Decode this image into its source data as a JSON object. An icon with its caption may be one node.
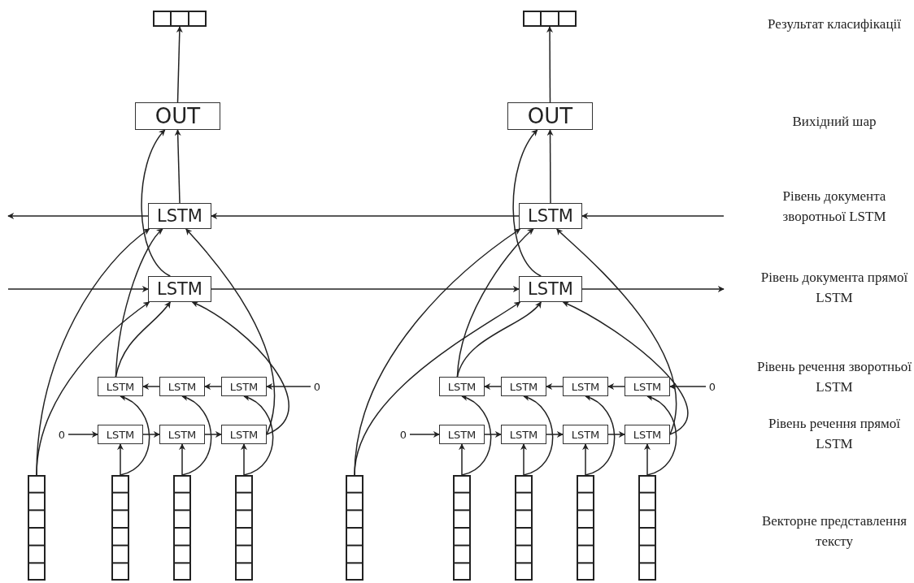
{
  "diagram": {
    "nodes": [
      {
        "text": [],
        "shape": "bar"
      },
      {
        "text": [],
        "shape": "bar"
      },
      {
        "text": [
          "OUT"
        ]
      },
      {
        "text": [
          "OUT"
        ]
      },
      {
        "text": [
          "LSTM"
        ]
      },
      {
        "text": [
          "LSTM"
        ]
      },
      {
        "text": [
          "LSTM"
        ]
      },
      {
        "text": [
          "LSTM"
        ]
      },
      {
        "text": [
          "LSTM"
        ]
      },
      {
        "text": [
          "LSTM"
        ]
      },
      {
        "text": [
          "LSTM"
        ]
      },
      {
        "text": [
          "0"
        ]
      },
      {
        "text": [
          "LSTM"
        ]
      },
      {
        "text": [
          "LSTM"
        ]
      },
      {
        "text": [
          "LSTM"
        ]
      },
      {
        "text": [
          "LSTM"
        ]
      },
      {
        "text": [
          "0"
        ]
      },
      {
        "text": [
          "0"
        ]
      },
      {
        "text": [
          "LSTM"
        ]
      },
      {
        "text": [
          "LSTM"
        ]
      },
      {
        "text": [
          "LSTM"
        ]
      },
      {
        "text": [
          "0"
        ]
      },
      {
        "text": [
          "LSTM"
        ]
      },
      {
        "text": [
          "LSTM"
        ]
      },
      {
        "text": [
          "LSTM"
        ]
      },
      {
        "text": [
          "LSTM"
        ]
      },
      {
        "text": [],
        "shape": "bar"
      },
      {
        "text": [],
        "shape": "bar"
      },
      {
        "text": [],
        "shape": "bar"
      },
      {
        "text": [],
        "shape": "bar"
      },
      {
        "text": [],
        "shape": "bar"
      },
      {
        "text": [],
        "shape": "bar"
      },
      {
        "text": [],
        "shape": "bar"
      },
      {
        "text": [],
        "shape": "bar"
      },
      {
        "text": [],
        "shape": "bar"
      }
    ],
    "edges": [
      {
        "from": 2,
        "to": 0,
        "arrow": "to"
      },
      {
        "from": 3,
        "to": 1,
        "arrow": "to"
      },
      {
        "from": 4,
        "to": 2,
        "arrow": "to"
      },
      {
        "from": 6,
        "to": 2,
        "arrow": "to"
      },
      {
        "from": 5,
        "to": 3,
        "arrow": "to"
      },
      {
        "from": 7,
        "to": 3,
        "arrow": "to"
      },
      {
        "from": 4,
        "to": null,
        "arrow": "to"
      },
      {
        "from": 5,
        "to": 4,
        "arrow": "to"
      },
      {
        "from": null,
        "to": 5,
        "arrow": "to"
      },
      {
        "from": null,
        "to": 6,
        "arrow": "to"
      },
      {
        "from": 6,
        "to": 7,
        "arrow": "to"
      },
      {
        "from": 7,
        "to": null,
        "arrow": "to"
      },
      {
        "from": 26,
        "to": 4,
        "arrow": "to"
      },
      {
        "from": 26,
        "to": 6,
        "arrow": "to"
      },
      {
        "from": 8,
        "to": 4,
        "arrow": "to"
      },
      {
        "from": 8,
        "to": 6,
        "arrow": "to"
      },
      {
        "from": 20,
        "to": 4,
        "arrow": "to"
      },
      {
        "from": 20,
        "to": 6,
        "arrow": "to"
      },
      {
        "from": 30,
        "to": 5,
        "arrow": "to"
      },
      {
        "from": 30,
        "to": 7,
        "arrow": "to"
      },
      {
        "from": 12,
        "to": 5,
        "arrow": "to"
      },
      {
        "from": 12,
        "to": 7,
        "arrow": "to"
      },
      {
        "from": 25,
        "to": 5,
        "arrow": "to"
      },
      {
        "from": 25,
        "to": 7,
        "arrow": "to"
      },
      {
        "from": 11,
        "to": 10,
        "arrow": "to"
      },
      {
        "from": 10,
        "to": 9,
        "arrow": "to"
      },
      {
        "from": 9,
        "to": 8,
        "arrow": "to"
      },
      {
        "from": 16,
        "to": 15,
        "arrow": "to"
      },
      {
        "from": 15,
        "to": 14,
        "arrow": "to"
      },
      {
        "from": 14,
        "to": 13,
        "arrow": "to"
      },
      {
        "from": 13,
        "to": 12,
        "arrow": "to"
      },
      {
        "from": 17,
        "to": 18,
        "arrow": "to"
      },
      {
        "from": 18,
        "to": 19,
        "arrow": "to"
      },
      {
        "from": 19,
        "to": 20,
        "arrow": "to"
      },
      {
        "from": 21,
        "to": 22,
        "arrow": "to"
      },
      {
        "from": 22,
        "to": 23,
        "arrow": "to"
      },
      {
        "from": 23,
        "to": 24,
        "arrow": "to"
      },
      {
        "from": 24,
        "to": 25,
        "arrow": "to"
      },
      {
        "from": 27,
        "to": 18,
        "arrow": "to"
      },
      {
        "from": 27,
        "to": 8,
        "arrow": "to"
      },
      {
        "from": 28,
        "to": 19,
        "arrow": "to"
      },
      {
        "from": 28,
        "to": 9,
        "arrow": "to"
      },
      {
        "from": 29,
        "to": 20,
        "arrow": "to"
      },
      {
        "from": 29,
        "to": 10,
        "arrow": "to"
      },
      {
        "from": 31,
        "to": 22,
        "arrow": "to"
      },
      {
        "from": 31,
        "to": 12,
        "arrow": "to"
      },
      {
        "from": 32,
        "to": 23,
        "arrow": "to"
      },
      {
        "from": 32,
        "to": 13,
        "arrow": "to"
      },
      {
        "from": 33,
        "to": 24,
        "arrow": "to"
      },
      {
        "from": 33,
        "to": 14,
        "arrow": "to"
      },
      {
        "from": 34,
        "to": 25,
        "arrow": "to"
      },
      {
        "from": 34,
        "to": 15,
        "arrow": "to"
      }
    ],
    "labels": [
      "Результат класифікації",
      "Вихідний шар",
      "Рівень документа зворотньої LSTM",
      "Рівень документа прямої LSTM",
      "Рівень речення зворотньої LSTM",
      "Рівень речення прямої LSTM",
      "Векторне представлення тексту"
    ]
  }
}
